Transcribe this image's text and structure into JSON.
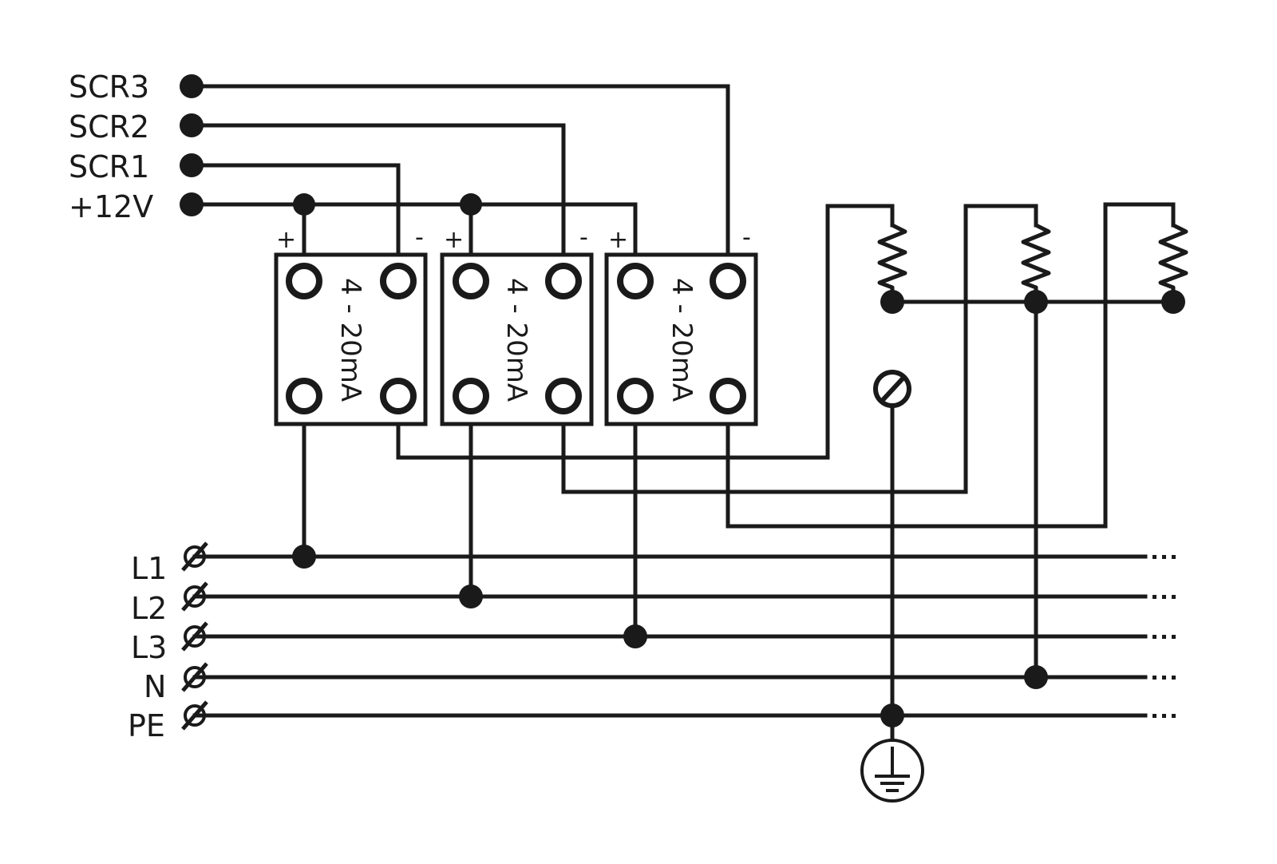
{
  "control_lines": [
    {
      "label": "SCR3"
    },
    {
      "label": "SCR2"
    },
    {
      "label": "SCR1"
    },
    {
      "label": "+12V"
    }
  ],
  "modules": [
    {
      "text": "4 - 20mA",
      "plus": "+",
      "minus": "-"
    },
    {
      "text": "4 - 20mA",
      "plus": "+",
      "minus": "-"
    },
    {
      "text": "4 - 20mA",
      "plus": "+",
      "minus": "-"
    }
  ],
  "power_lines": [
    {
      "label": "L1"
    },
    {
      "label": "L2"
    },
    {
      "label": "L3"
    },
    {
      "label": "N"
    },
    {
      "label": "PE"
    }
  ],
  "continuation_mark": "…",
  "icons": [
    "terminal-screw-icon",
    "resistor-icon",
    "ground-icon"
  ]
}
